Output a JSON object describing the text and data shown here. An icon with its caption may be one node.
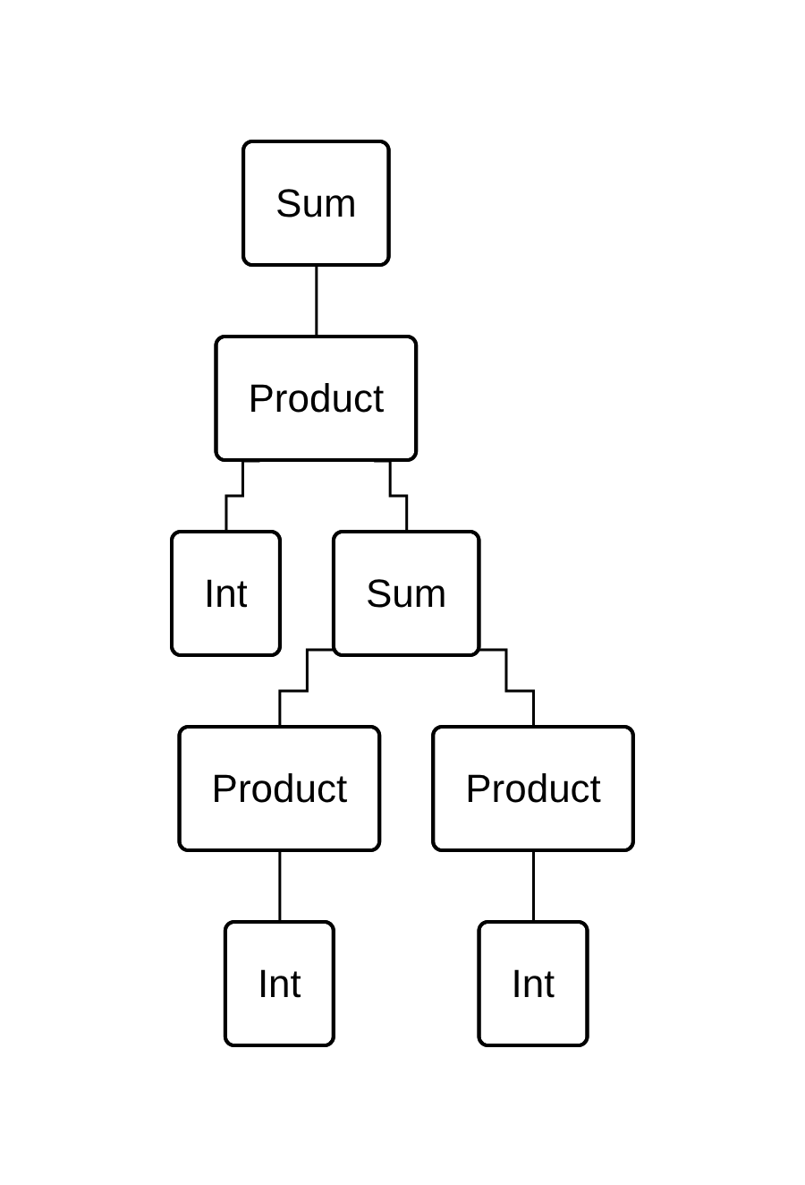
{
  "diagram": {
    "nodes": [
      {
        "text": [
          "Sum"
        ]
      },
      {
        "text": [
          "Product"
        ]
      },
      {
        "text": [
          "Int"
        ]
      },
      {
        "text": [
          "Sum"
        ]
      },
      {
        "text": [
          "Product"
        ]
      },
      {
        "text": [
          "Product"
        ]
      },
      {
        "text": [
          "Int"
        ]
      },
      {
        "text": [
          "Int"
        ]
      }
    ],
    "edges": [
      {
        "from": 0,
        "to": 1,
        "arrow": "none"
      },
      {
        "from": 1,
        "to": 2,
        "arrow": "none"
      },
      {
        "from": 1,
        "to": 3,
        "arrow": "none"
      },
      {
        "from": 3,
        "to": 4,
        "arrow": "none"
      },
      {
        "from": 3,
        "to": 5,
        "arrow": "none"
      },
      {
        "from": 4,
        "to": 6,
        "arrow": "none"
      },
      {
        "from": 5,
        "to": 7,
        "arrow": "none"
      }
    ]
  }
}
